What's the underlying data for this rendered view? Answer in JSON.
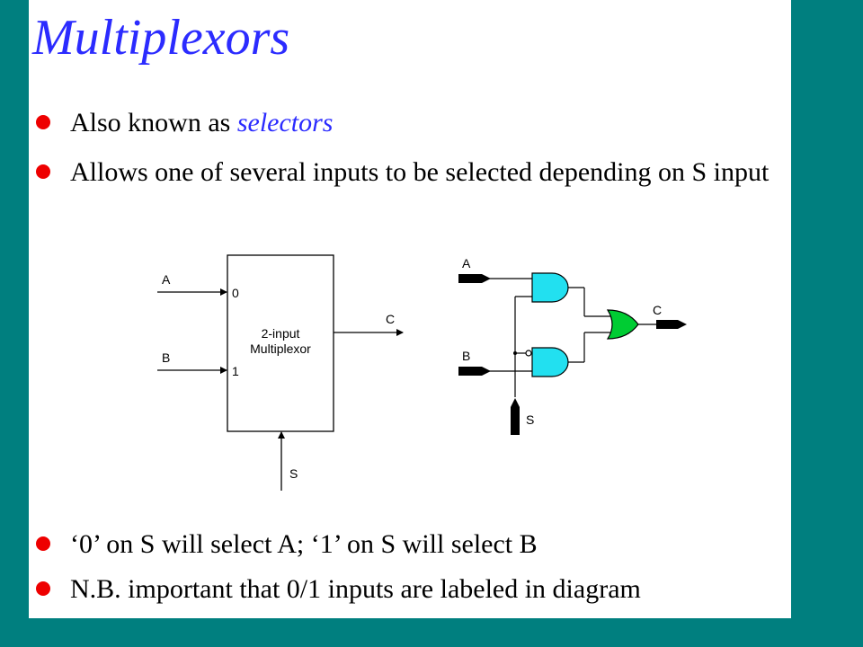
{
  "title": "Multiplexors",
  "bullets": {
    "b1_prefix": "Also known as ",
    "b1_emphasis": "selectors",
    "b2": "Allows one of several inputs to be selected depending on S input",
    "b3": "‘0’ on S will select A; ‘1’ on S will select B",
    "b4": "N.B. important that 0/1 inputs are labeled in diagram"
  },
  "block_diagram": {
    "input_a": "A",
    "input_b": "B",
    "port_0": "0",
    "port_1": "1",
    "box_line1": "2-input",
    "box_line2": "Multiplexor",
    "output_c": "C",
    "select_s": "S"
  },
  "gate_diagram": {
    "input_a": "A",
    "input_b": "B",
    "output_c": "C",
    "select_s": "S",
    "and_gate_color": "#22e0f0",
    "or_gate_color": "#00cc33"
  },
  "colors": {
    "background": "#007f7f",
    "title": "#2b2bff",
    "bullet": "#ee0000"
  }
}
